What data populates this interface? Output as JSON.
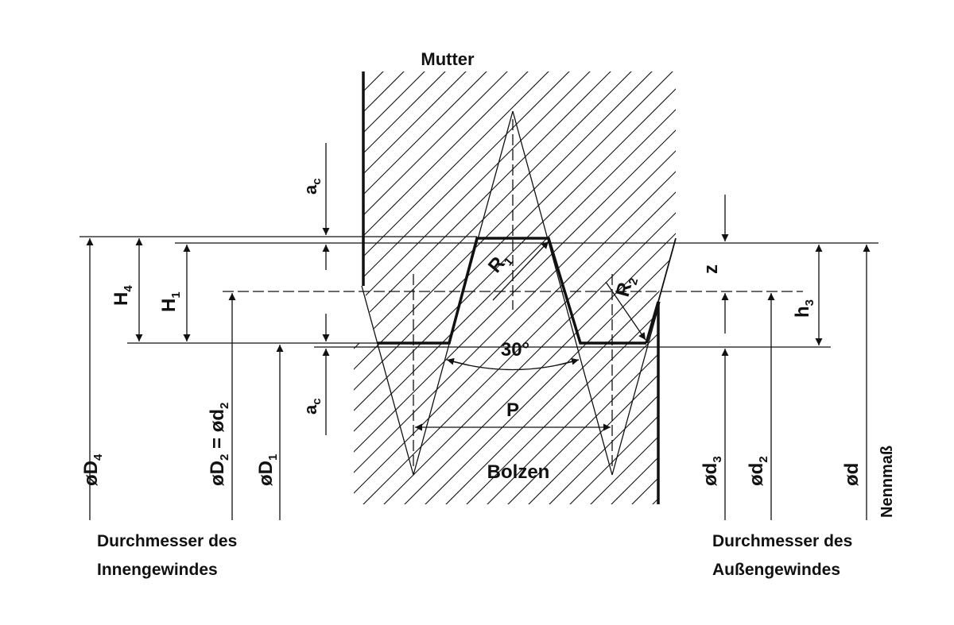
{
  "labels": {
    "mutter": "Mutter",
    "bolzen": "Bolzen",
    "angle": "30°",
    "pitch": "P",
    "r1_main": "R",
    "r1_sub": "1",
    "r2_main": "R",
    "r2_sub": "2",
    "ac_top_main": "a",
    "ac_top_sub": "c",
    "ac_bot_main": "a",
    "ac_bot_sub": "c",
    "h4_main": "H",
    "h4_sub": "4",
    "h1_main": "H",
    "h1_sub": "1",
    "z": "z",
    "h3_main": "h",
    "h3_sub": "3",
    "D4_main": "øD",
    "D4_sub": "4",
    "D2_main": "øD",
    "D2_sub": "2",
    "D2_eq": " = ød",
    "D2_sub2": "2",
    "D1_main": "øD",
    "D1_sub": "1",
    "d3_main": "ød",
    "d3_sub": "3",
    "d2_main": "ød",
    "d2_sub": "2",
    "d": "ød",
    "nennmass": "Nennmaß",
    "inner_line1": "Durchmesser des",
    "inner_line2": "Innengewindes",
    "outer_line1": "Durchmesser des",
    "outer_line2": "Außengewindes"
  }
}
